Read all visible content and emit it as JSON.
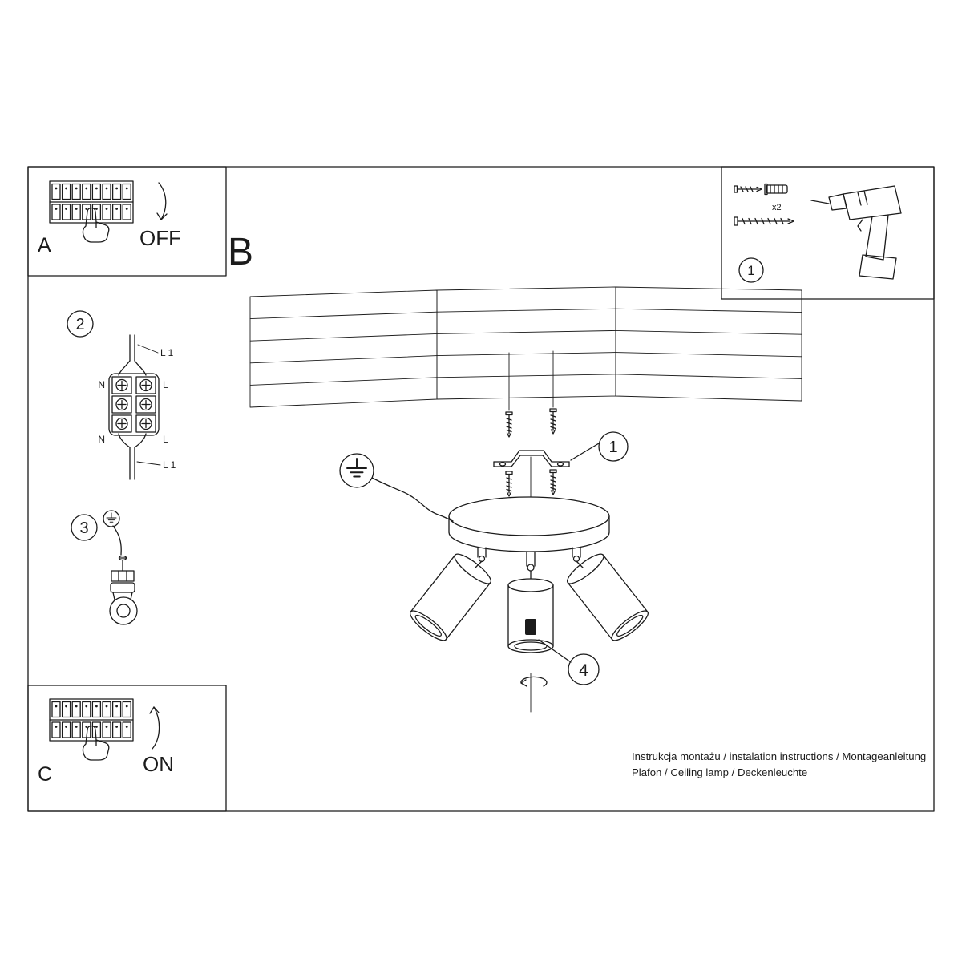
{
  "sections": {
    "a_label": "A",
    "b_label": "B",
    "c_label": "C"
  },
  "switch": {
    "off": "OFF",
    "on": "ON"
  },
  "step_numbers": {
    "parts": "1",
    "bracket": "1",
    "wiring": "2",
    "ground": "3",
    "adjust": "4"
  },
  "parts": {
    "anchor_qty": "x2"
  },
  "wiring_labels": {
    "l1_top": "L 1",
    "n_top": "N",
    "l_top": "L",
    "n_bottom": "N",
    "l_bottom": "L",
    "l1_bottom": "L 1"
  },
  "footer": {
    "line1": "Instrukcja montażu / instalation instructions / Montageanleitung",
    "line2": "Plafon / Ceiling lamp / Deckenleuchte"
  }
}
